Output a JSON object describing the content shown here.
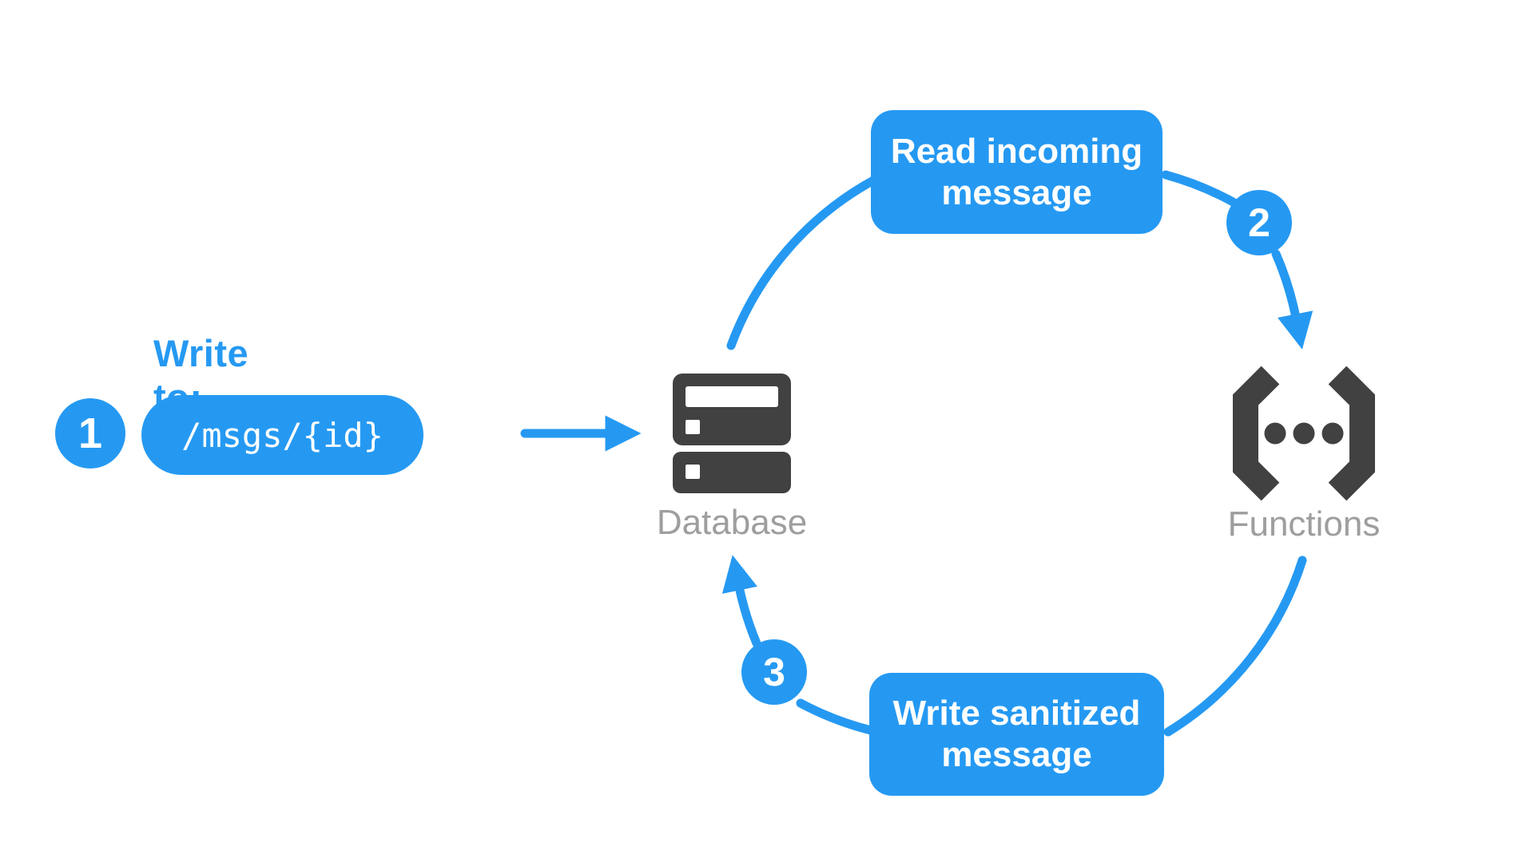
{
  "flow": {
    "step1": {
      "number": "1",
      "label": "Write to:",
      "value": "/msgs/{id}"
    },
    "step2": {
      "number": "2",
      "action": "Read incoming message"
    },
    "step3": {
      "number": "3",
      "action": "Write sanitized message"
    },
    "nodes": {
      "database": "Database",
      "functions": "Functions"
    }
  },
  "colors": {
    "accent_blue": "#2599F2",
    "icon_dark": "#414141",
    "label_gray": "#9E9E9E",
    "text_on_blue": "#FFFFFF",
    "background": "#FFFFFF"
  },
  "icons": [
    "database-icon",
    "functions-icon",
    "arrowhead-icon",
    "step-badge"
  ]
}
